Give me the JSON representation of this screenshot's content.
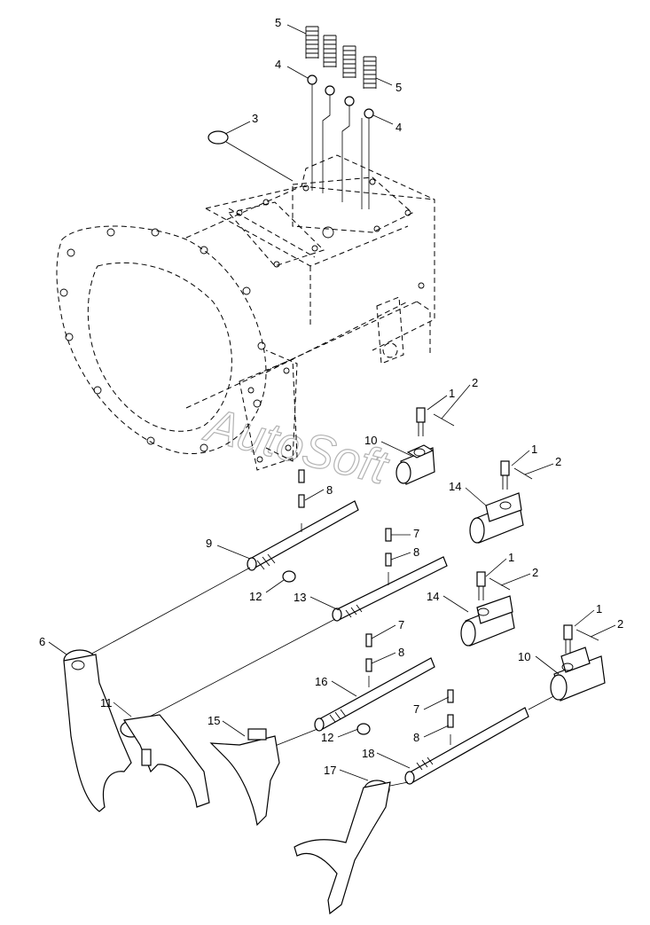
{
  "watermark": "AutoSoft",
  "callouts": [
    {
      "id": "c5a",
      "text": "5"
    },
    {
      "id": "c4a",
      "text": "4"
    },
    {
      "id": "c5b",
      "text": "5"
    },
    {
      "id": "c4b",
      "text": "4"
    },
    {
      "id": "c3",
      "text": "3"
    },
    {
      "id": "c1a",
      "text": "1"
    },
    {
      "id": "c2a",
      "text": "2"
    },
    {
      "id": "c10a",
      "text": "10"
    },
    {
      "id": "c1b",
      "text": "1"
    },
    {
      "id": "c2b",
      "text": "2"
    },
    {
      "id": "c14a",
      "text": "14"
    },
    {
      "id": "c8a",
      "text": "8"
    },
    {
      "id": "c9",
      "text": "9"
    },
    {
      "id": "c7a",
      "text": "7"
    },
    {
      "id": "c8b",
      "text": "8"
    },
    {
      "id": "c12a",
      "text": "12"
    },
    {
      "id": "c13",
      "text": "13"
    },
    {
      "id": "c1c",
      "text": "1"
    },
    {
      "id": "c2c",
      "text": "2"
    },
    {
      "id": "c14b",
      "text": "14"
    },
    {
      "id": "c6",
      "text": "6"
    },
    {
      "id": "c7b",
      "text": "7"
    },
    {
      "id": "c8c",
      "text": "8"
    },
    {
      "id": "c1d",
      "text": "1"
    },
    {
      "id": "c2d",
      "text": "2"
    },
    {
      "id": "c10b",
      "text": "10"
    },
    {
      "id": "c16",
      "text": "16"
    },
    {
      "id": "c11",
      "text": "11"
    },
    {
      "id": "c15",
      "text": "15"
    },
    {
      "id": "c7c",
      "text": "7"
    },
    {
      "id": "c8d",
      "text": "8"
    },
    {
      "id": "c12b",
      "text": "12"
    },
    {
      "id": "c18",
      "text": "18"
    },
    {
      "id": "c17",
      "text": "17"
    }
  ]
}
